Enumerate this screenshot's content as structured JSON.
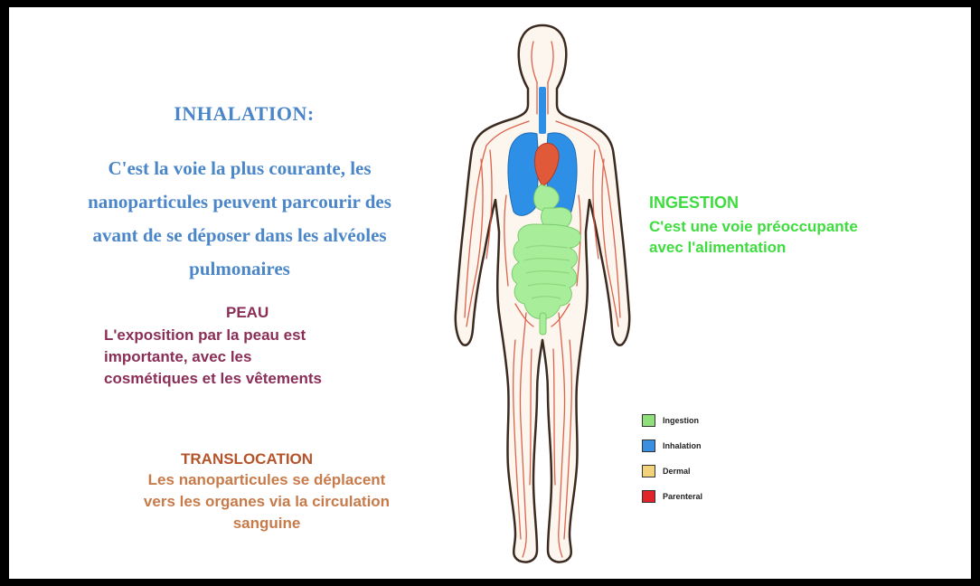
{
  "inhalation": {
    "title": "INHALATION:",
    "lines": [
      "C'est la voie la plus courante, les",
      "nanoparticules peuvent parcourir des",
      "avant de se déposer dans les alvéoles",
      "pulmonaires"
    ]
  },
  "peau": {
    "title": "PEAU",
    "lines": [
      "L'exposition par la peau est",
      "importante, avec les",
      "cosmétiques et les vêtements"
    ]
  },
  "translocation": {
    "title": "TRANSLOCATION",
    "lines": [
      "Les nanoparticules se déplacent",
      "vers les organes via la circulation",
      "sanguine"
    ]
  },
  "ingestion": {
    "title": "INGESTION",
    "lines": [
      "C'est une voie préoccupante",
      "avec l'alimentation"
    ]
  },
  "legend": [
    {
      "label": "Ingestion",
      "color": "#8fe07a"
    },
    {
      "label": "Inhalation",
      "color": "#3a8fe0"
    },
    {
      "label": "Dermal",
      "color": "#f2d27a"
    },
    {
      "label": "Parenteral",
      "color": "#e0242a"
    }
  ],
  "colors": {
    "inhalation": "#4a86c8",
    "peau": "#8a2e57",
    "translocation": "#c77b4a",
    "ingestion": "#3fdc3f",
    "vessels": "#d9533a",
    "lungs": "#2e8fe6",
    "heart": "#e05a3a",
    "digestive": "#a8ee9a"
  }
}
